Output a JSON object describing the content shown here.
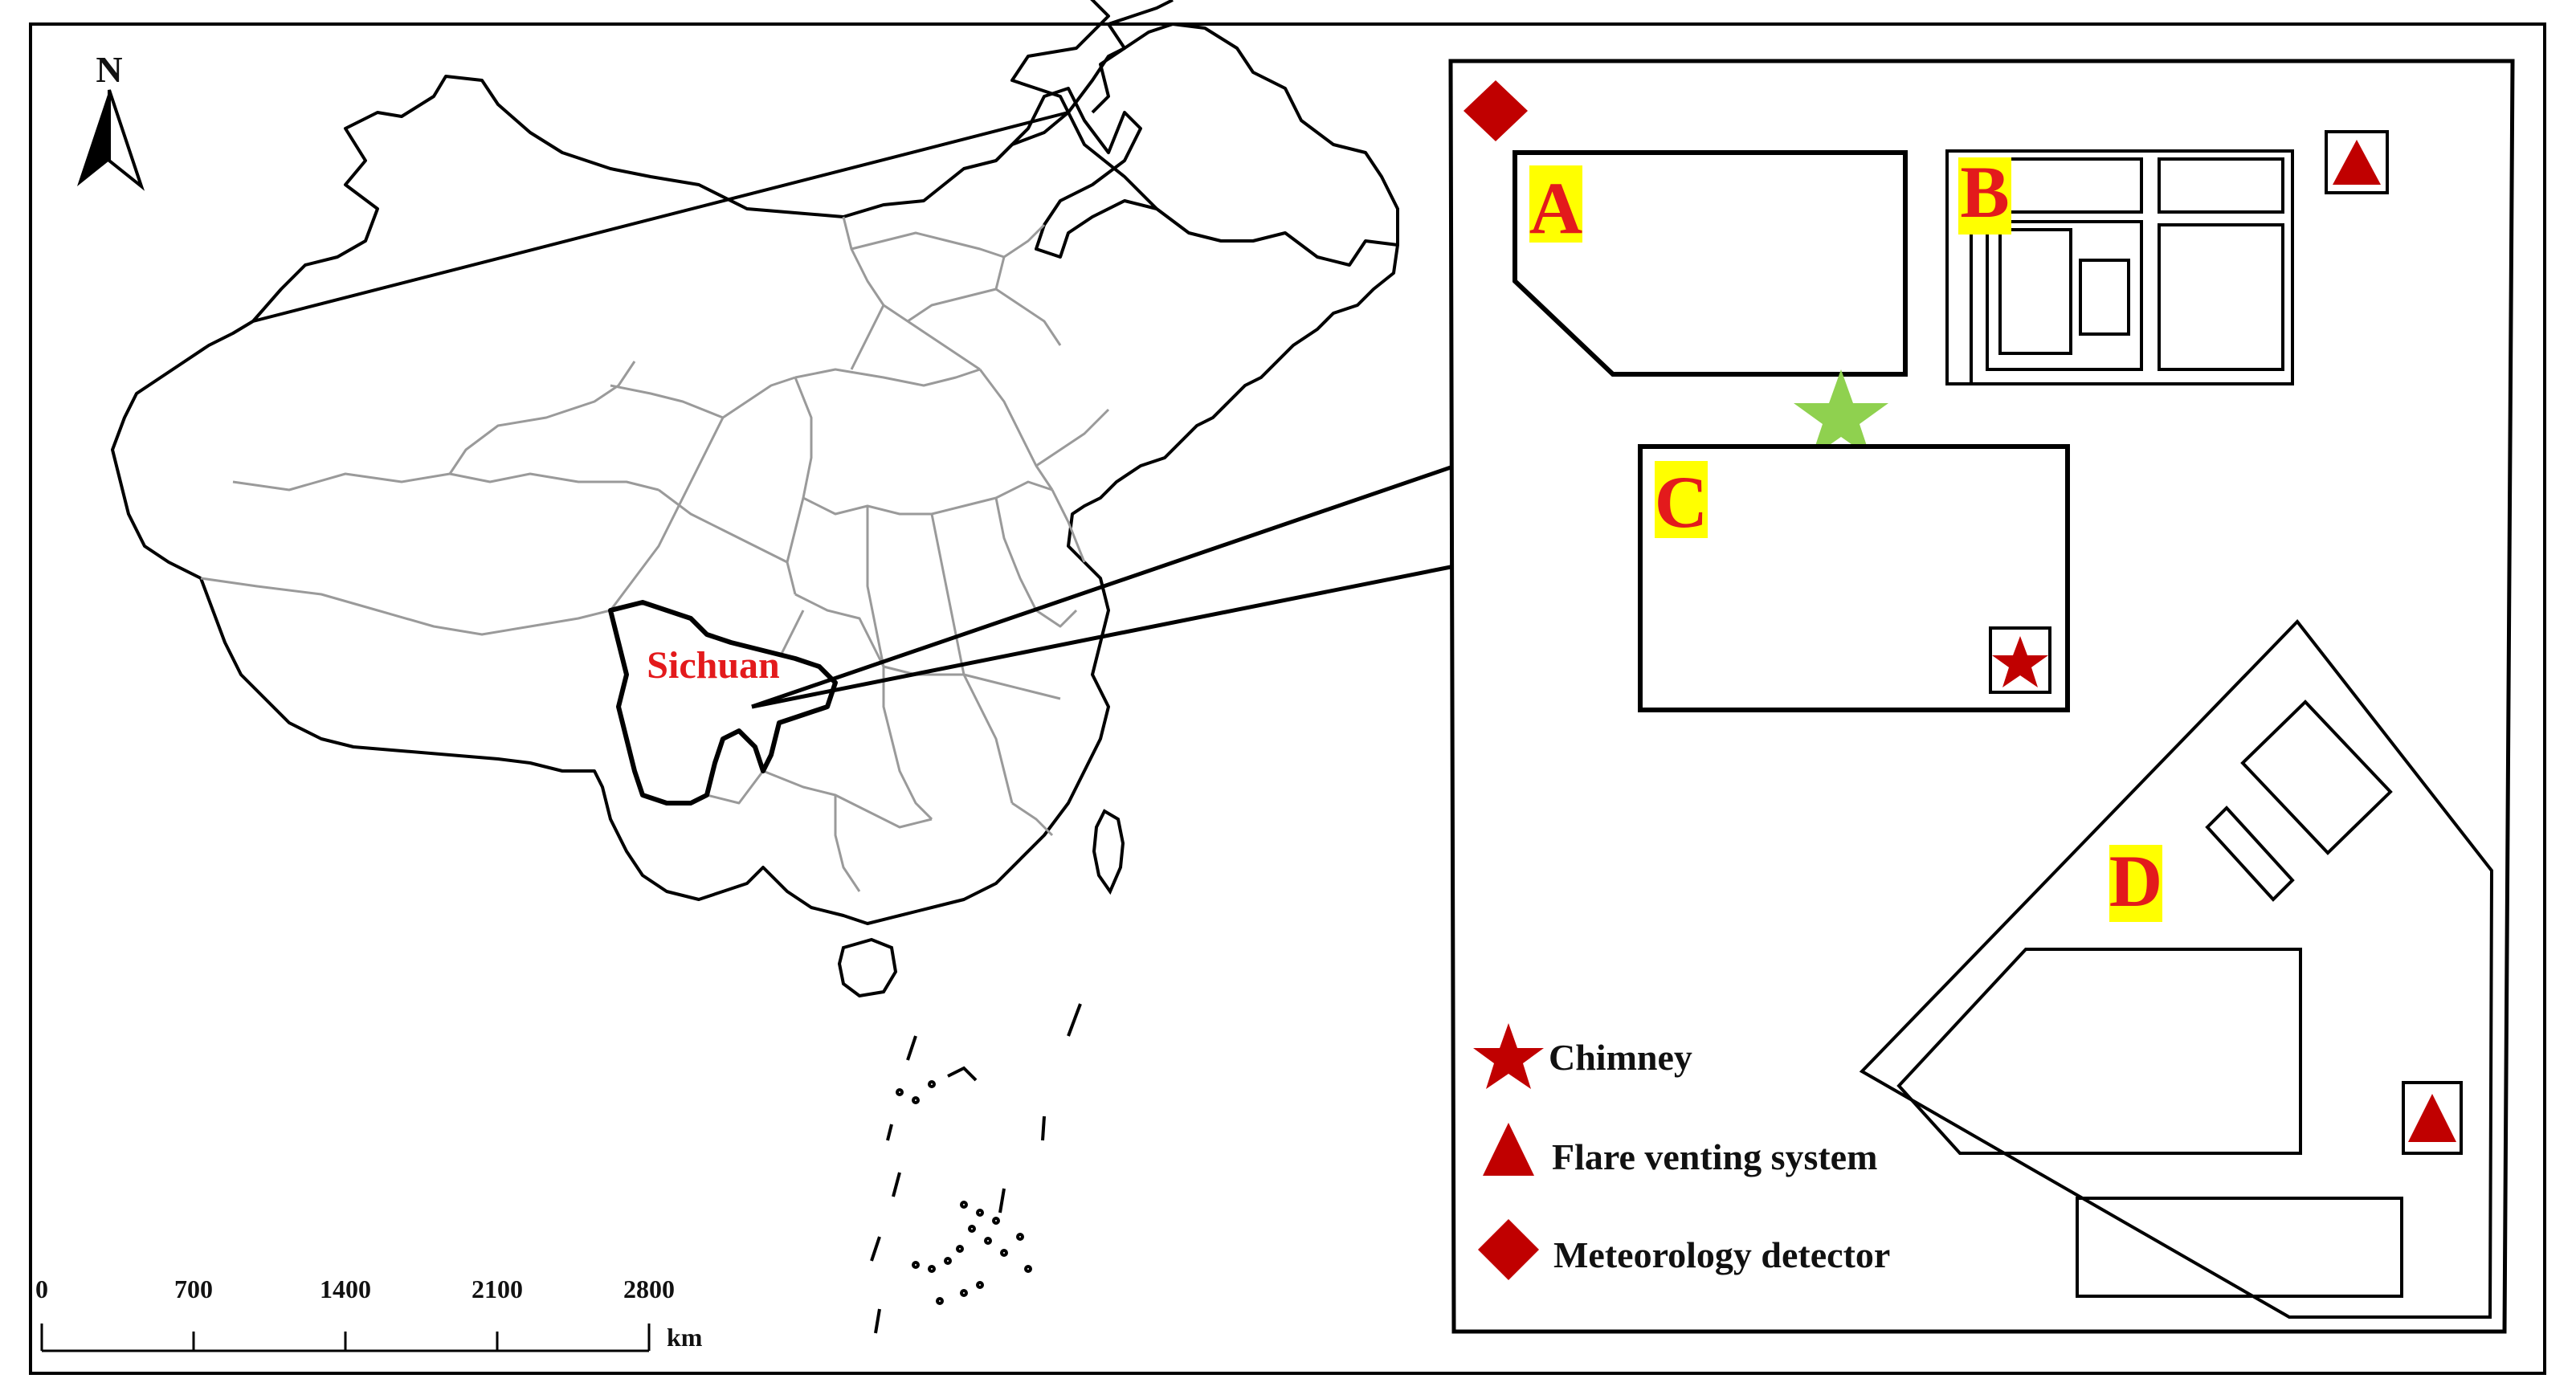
{
  "colors": {
    "marker": "#c00000",
    "label_text": "#e31a1c",
    "label_bg": "#ffff00",
    "stack_star": "#8fd14f",
    "border": "#000000",
    "province_line": "#9a9a9a"
  },
  "map": {
    "north_label": "N",
    "region_label": "Sichuan",
    "scale_bar": {
      "ticks": [
        "0",
        "700",
        "1400",
        "2100",
        "2800"
      ],
      "unit": "km"
    }
  },
  "site": {
    "areas": [
      {
        "id": "A",
        "label": "A"
      },
      {
        "id": "B",
        "label": "B"
      },
      {
        "id": "C",
        "label": "C"
      },
      {
        "id": "D",
        "label": "D"
      }
    ],
    "legend": [
      {
        "icon": "star-icon",
        "label": "Chimney"
      },
      {
        "icon": "triangle-icon",
        "label": "Flare venting system"
      },
      {
        "icon": "diamond-icon",
        "label": "Meteorology detector"
      }
    ]
  }
}
